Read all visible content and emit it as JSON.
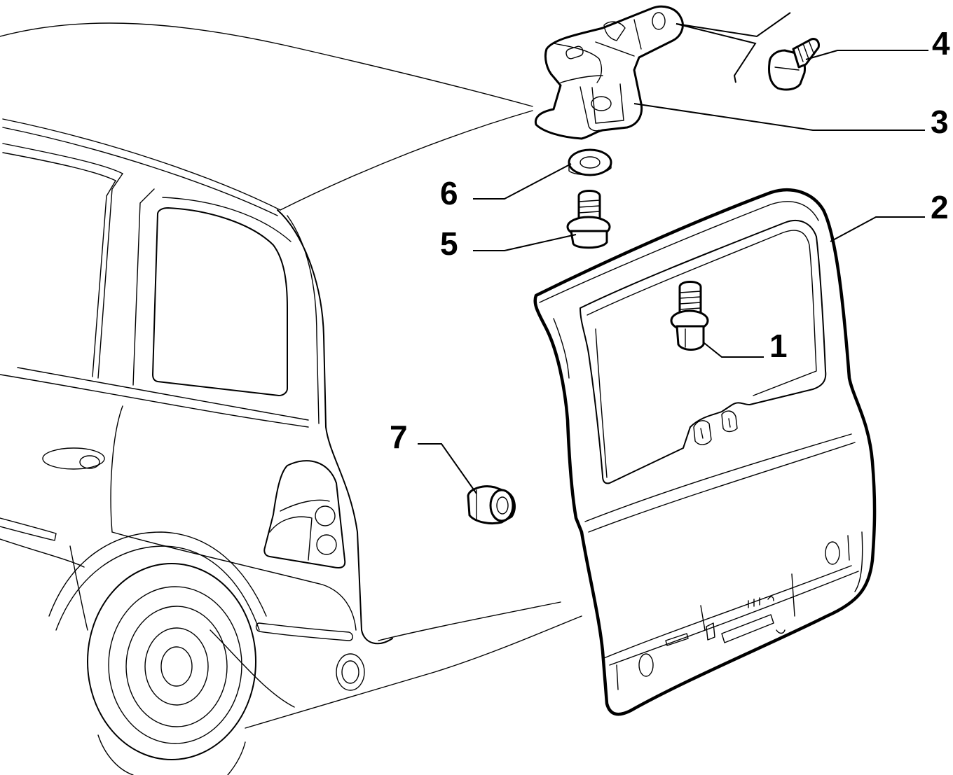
{
  "diagram": {
    "type": "exploded-parts-diagram",
    "colors": {
      "line": "#000000",
      "background": "#ffffff"
    },
    "callouts": [
      {
        "id": "1",
        "label": "1"
      },
      {
        "id": "2",
        "label": "2"
      },
      {
        "id": "3",
        "label": "3"
      },
      {
        "id": "4",
        "label": "4"
      },
      {
        "id": "5",
        "label": "5"
      },
      {
        "id": "6",
        "label": "6"
      },
      {
        "id": "7",
        "label": "7"
      }
    ]
  }
}
